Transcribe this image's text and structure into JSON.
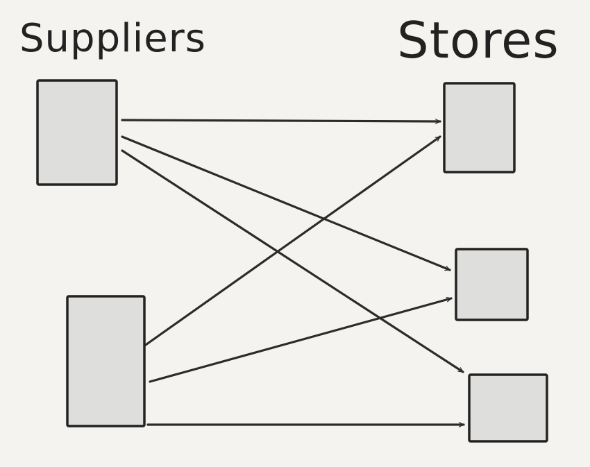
{
  "headings": {
    "left": "Suppliers",
    "right": "Stores"
  },
  "colors": {
    "background": "#f4f3ef",
    "box_fill": "#dededc",
    "ink": "#222222"
  },
  "diagram": {
    "nodes": [
      {
        "id": "supplier-1",
        "group": "Suppliers"
      },
      {
        "id": "supplier-2",
        "group": "Suppliers"
      },
      {
        "id": "store-1",
        "group": "Stores"
      },
      {
        "id": "store-2",
        "group": "Stores"
      },
      {
        "id": "store-3",
        "group": "Stores"
      }
    ],
    "edges": [
      {
        "from": "supplier-1",
        "to": "store-1"
      },
      {
        "from": "supplier-1",
        "to": "store-2"
      },
      {
        "from": "supplier-1",
        "to": "store-3"
      },
      {
        "from": "supplier-2",
        "to": "store-1"
      },
      {
        "from": "supplier-2",
        "to": "store-2"
      },
      {
        "from": "supplier-2",
        "to": "store-3"
      }
    ]
  }
}
